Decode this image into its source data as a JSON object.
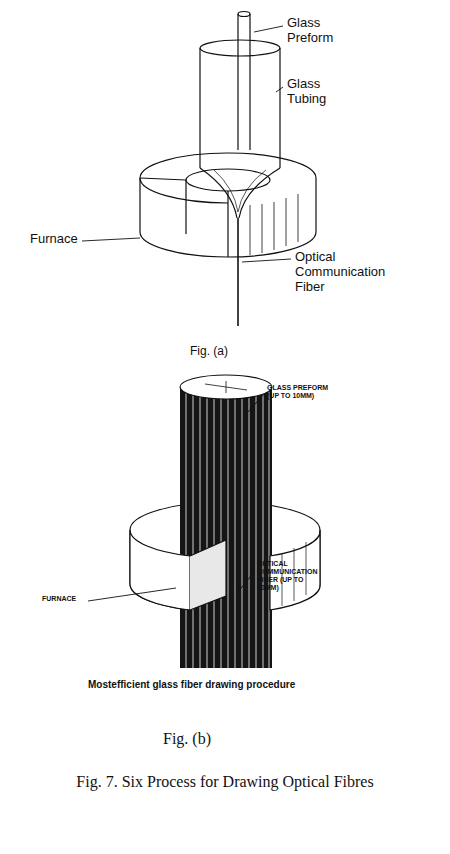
{
  "diagram": {
    "caption": "Fig. 7. Six Process for Drawing Optical Fibres",
    "labels": [
      "Glass Preform",
      "Glass Tubing",
      "Furnace",
      "Optical Communication Fiber",
      "Fig. (a)",
      "GLASS PREFORM (UP TO 10MM)",
      "FURNACE",
      "OPTICAL COMMUNICATION FIBER (UP TO 10MM)",
      "Mostefficient glass fiber drawing procedure",
      "Fig. (b)"
    ]
  }
}
